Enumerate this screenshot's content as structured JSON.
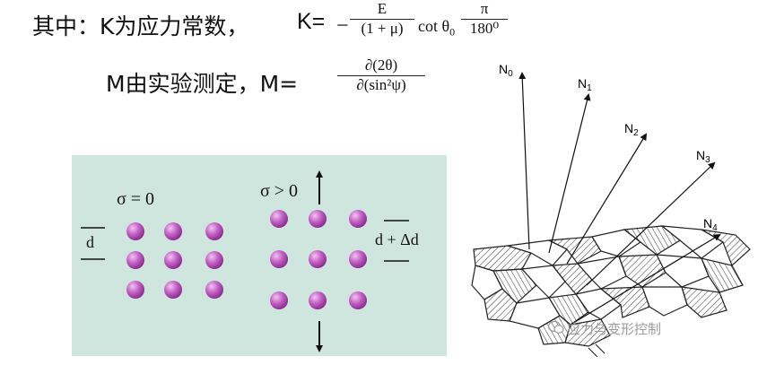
{
  "formula": {
    "line1_label": "其中：K为应力常数，",
    "k_lhs": "K=",
    "minus": "−",
    "frac1_num": "E",
    "frac1_den": "(1 + μ)",
    "cot_text": "cot θ",
    "cot_sub": "0",
    "frac2_num": "π",
    "frac2_den": "180⁰",
    "line2_label": "M由实验测定，M=",
    "frac3_num": "∂(2θ)",
    "frac3_den": "∂(sin²ψ)"
  },
  "panel": {
    "left_label": "σ = 0",
    "right_label": "σ > 0",
    "d_label": "d",
    "dd_label": "d + Δd"
  },
  "normals": [
    "N",
    "N",
    "N",
    "N",
    "N"
  ],
  "normal_subs": [
    "0",
    "1",
    "2",
    "3",
    "4"
  ],
  "watermark": "应力与变形控制",
  "colors": {
    "panel_bg": "#cfe6df",
    "atom": "#b04bb3",
    "text": "#111111",
    "watermark": "#9a9a9a"
  }
}
